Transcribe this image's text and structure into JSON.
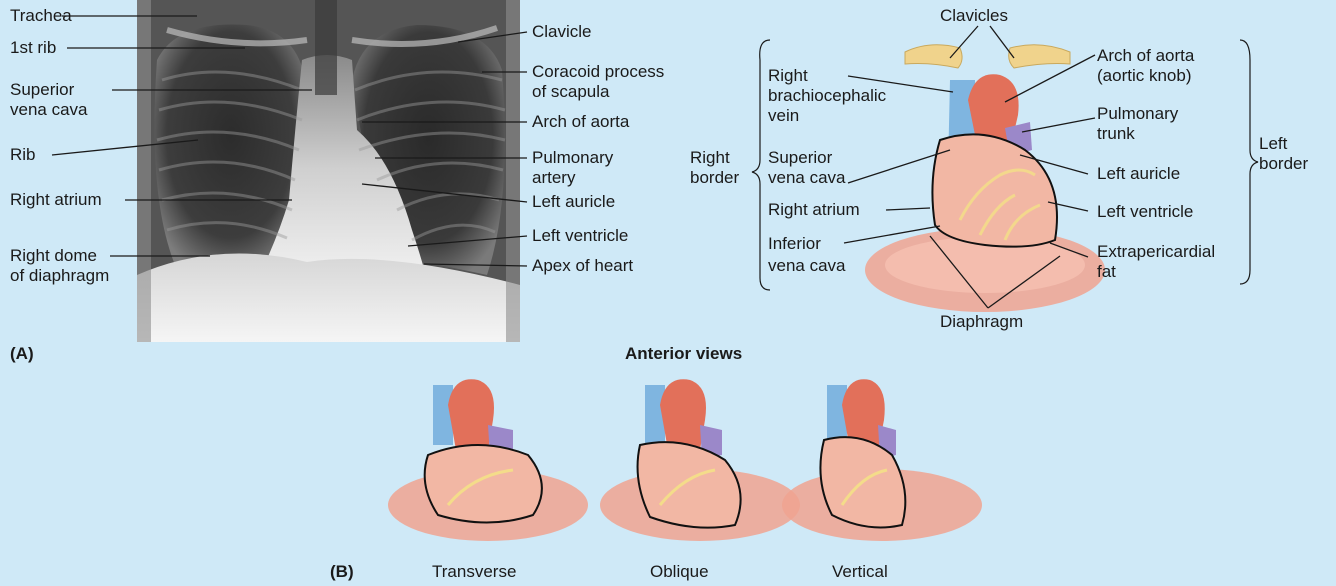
{
  "panel_a": {
    "label": "(A)",
    "xray_left_labels": {
      "trachea": "Trachea",
      "first_rib": "1st rib",
      "svc_1": "Superior",
      "svc_2": "vena cava",
      "rib": "Rib",
      "right_atrium": "Right atrium",
      "dome_1": "Right dome",
      "dome_2": "of diaphragm"
    },
    "xray_right_labels": {
      "clavicle": "Clavicle",
      "coracoid_1": "Coracoid process",
      "coracoid_2": "of scapula",
      "arch": "Arch of aorta",
      "pulm_1": "Pulmonary",
      "pulm_2": "artery",
      "left_auricle": "Left auricle",
      "left_ventricle": "Left ventricle",
      "apex": "Apex of heart"
    },
    "heart_labels": {
      "clavicles": "Clavicles",
      "rbcv_1": "Right",
      "rbcv_2": "brachiocephalic",
      "rbcv_3": "vein",
      "right_border_1": "Right",
      "right_border_2": "border",
      "svc_1": "Superior",
      "svc_2": "vena cava",
      "right_atrium": "Right atrium",
      "ivc_1": "Inferior",
      "ivc_2": "vena cava",
      "arch_1": "Arch of aorta",
      "arch_2": "(aortic knob)",
      "pt_1": "Pulmonary",
      "pt_2": "trunk",
      "left_auricle": "Left auricle",
      "left_ventricle": "Left ventricle",
      "epf_1": "Extrapericardial",
      "epf_2": "fat",
      "left_border_1": "Left",
      "left_border_2": "border",
      "diaphragm": "Diaphragm"
    },
    "caption": "Anterior views"
  },
  "panel_b": {
    "label": "(B)",
    "views": [
      "Transverse",
      "Oblique",
      "Vertical"
    ]
  },
  "colors": {
    "background": "#cfe9f7",
    "vein_blue": "#7fb5e0",
    "aorta_red": "#e2705a",
    "pulmonary_purple": "#9b88c9",
    "heart_pink": "#f2b7a4",
    "fat_yellow": "#f4dc8a",
    "diaphragm": "#f0a391"
  }
}
